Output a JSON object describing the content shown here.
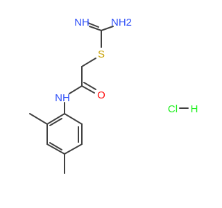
{
  "molecule": {
    "atoms": [
      {
        "id": "N1",
        "text": "NH",
        "color": "#3050F8"
      },
      {
        "id": "N2",
        "text": "NH2",
        "color": "#3050F8"
      },
      {
        "id": "S",
        "text": "S",
        "color": "#C8A000"
      },
      {
        "id": "O",
        "text": "O",
        "color": "#FF0D0D"
      },
      {
        "id": "N3",
        "text": "NH",
        "color": "#3050F8"
      },
      {
        "id": "Cl",
        "text": "Cl",
        "color": "#1FF01F"
      },
      {
        "id": "H",
        "text": "H",
        "color": "#1FF01F"
      }
    ],
    "bond_color": "#404040"
  }
}
